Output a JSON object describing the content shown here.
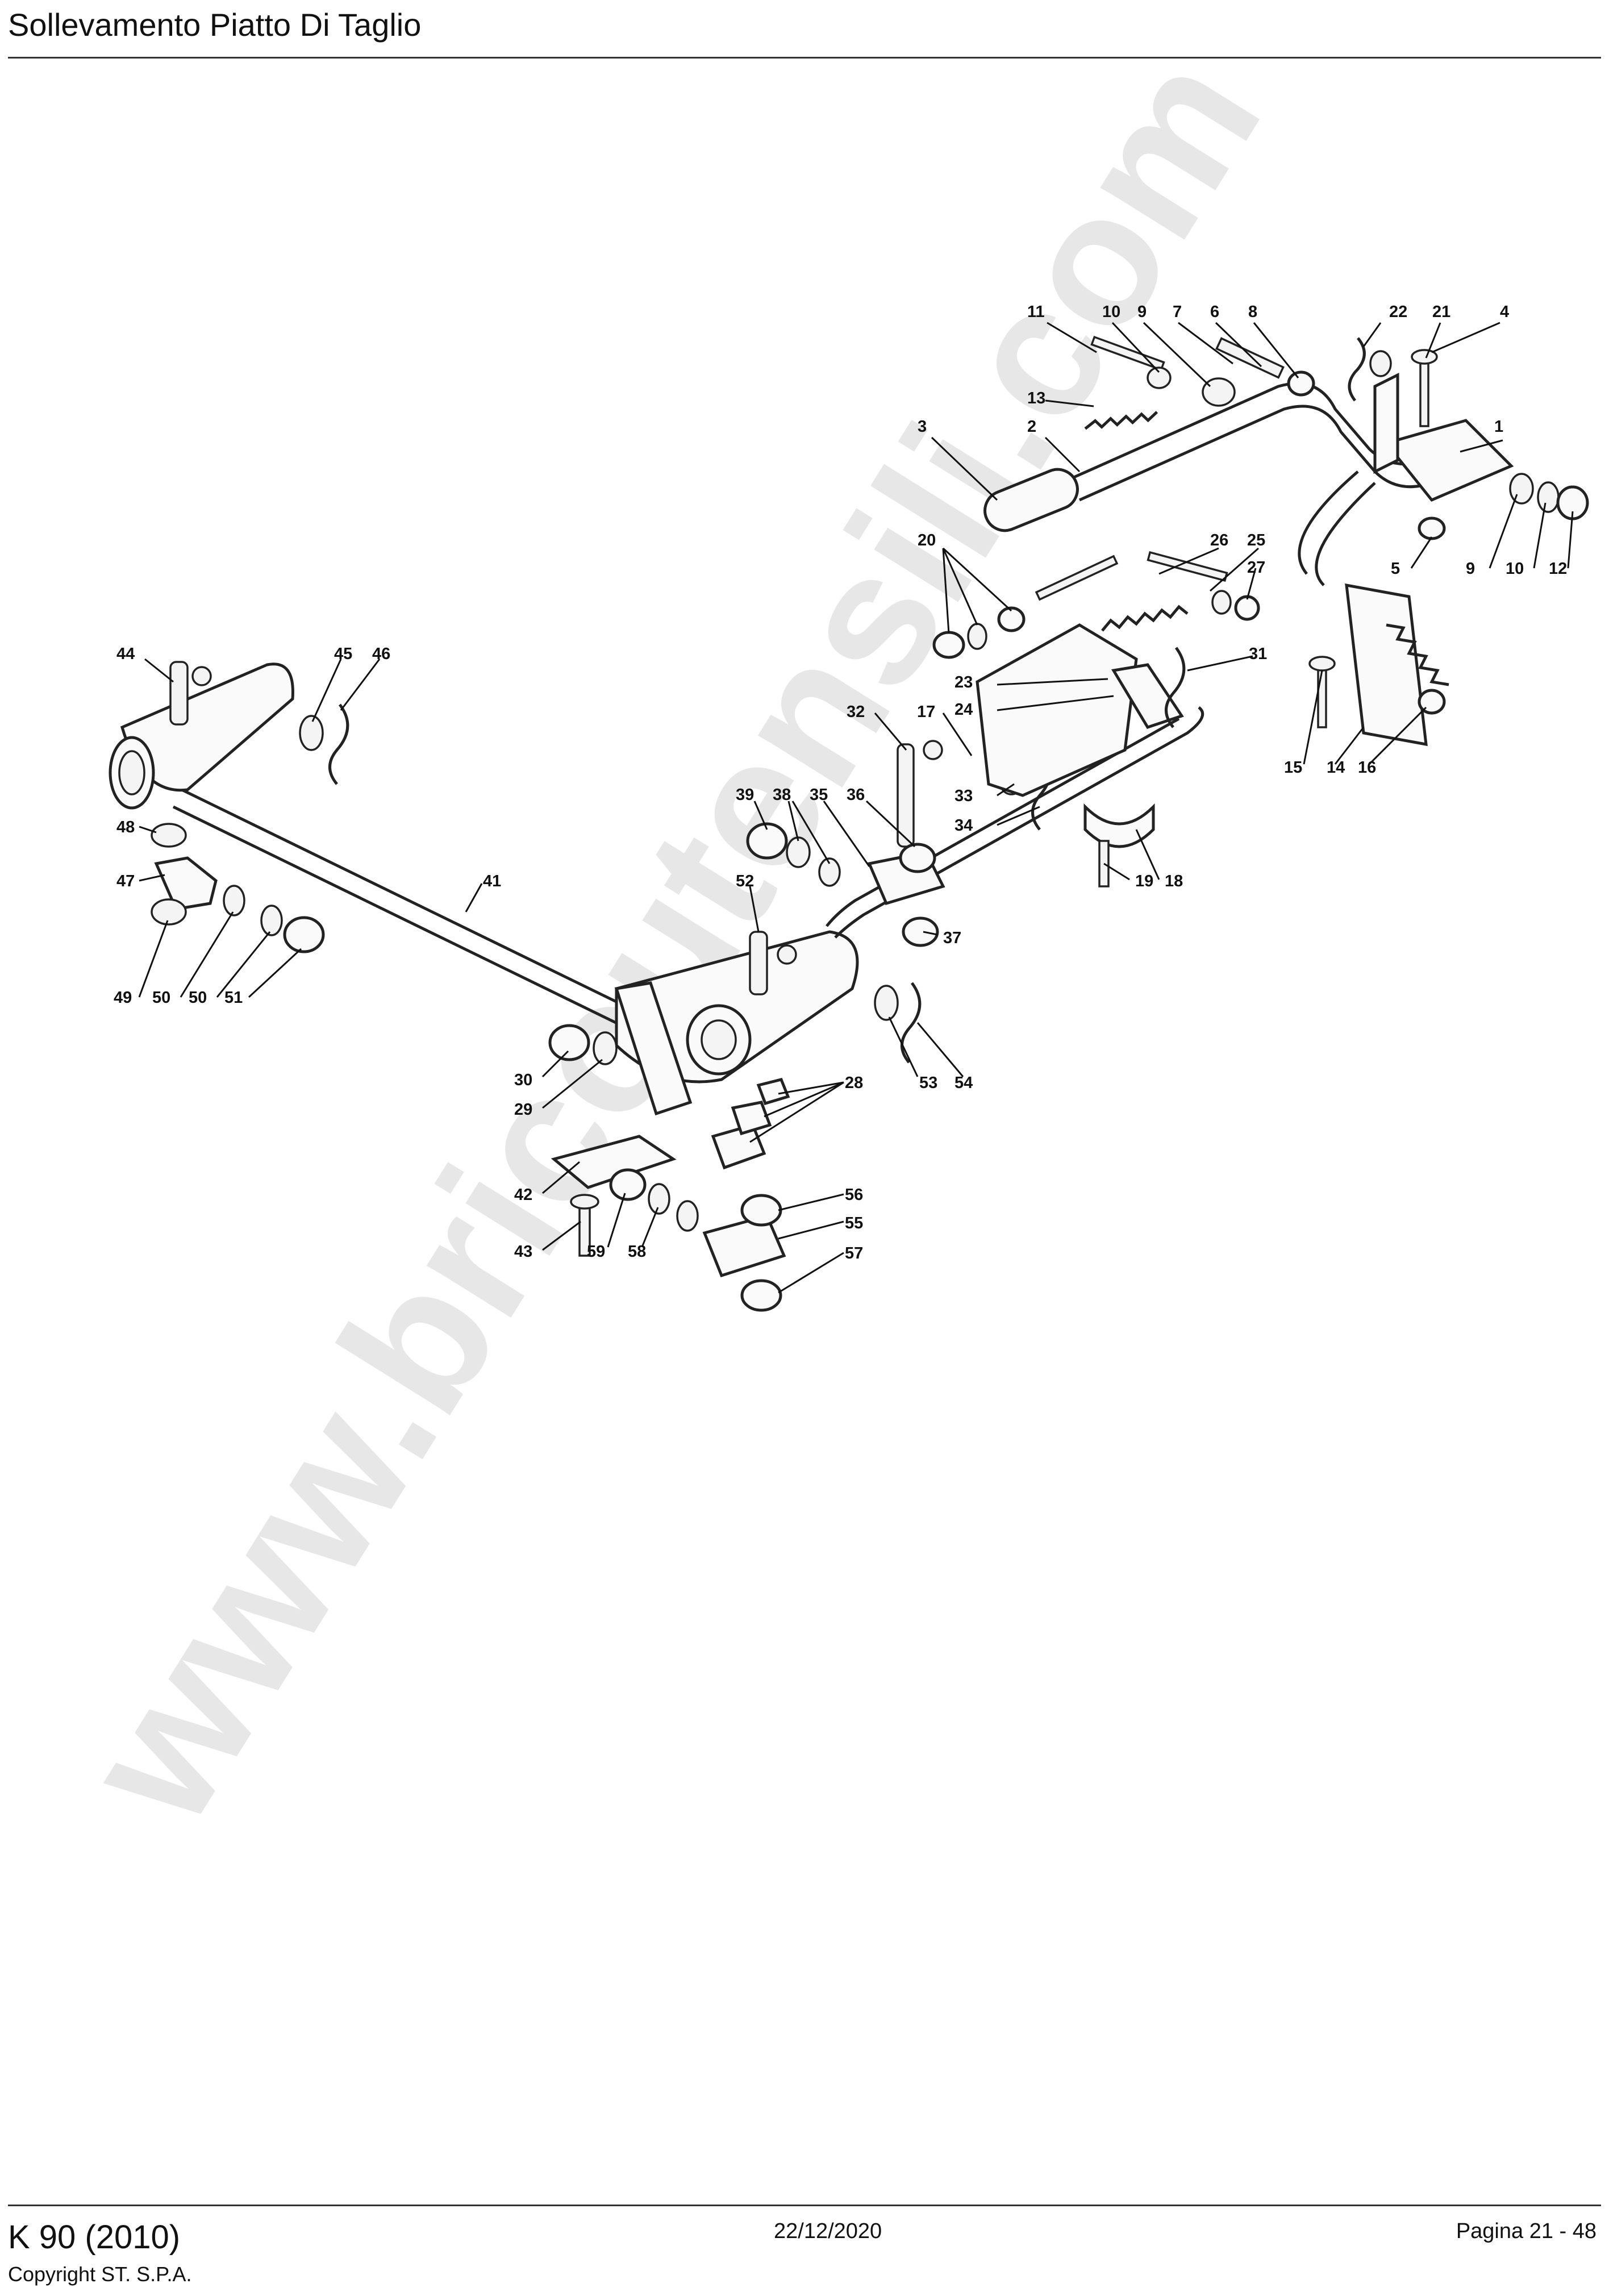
{
  "header": {
    "title": "Sollevamento Piatto Di Taglio"
  },
  "footer": {
    "model": "K 90 (2010)",
    "copyright": "Copyright ST. S.P.A.",
    "date": "22/12/2020",
    "page": "Pagina 21 - 48"
  },
  "watermark": {
    "text": "www.bricoutensili.com"
  },
  "diagram": {
    "callouts": [
      "1",
      "2",
      "3",
      "4",
      "5",
      "6",
      "7",
      "8",
      "9",
      "9",
      "10",
      "10",
      "11",
      "12",
      "13",
      "14",
      "15",
      "16",
      "17",
      "18",
      "19",
      "20",
      "21",
      "22",
      "23",
      "24",
      "25",
      "26",
      "27",
      "28",
      "29",
      "30",
      "31",
      "32",
      "33",
      "34",
      "35",
      "36",
      "37",
      "38",
      "39",
      "41",
      "42",
      "43",
      "44",
      "45",
      "46",
      "47",
      "48",
      "49",
      "50",
      "50",
      "51",
      "52",
      "53",
      "54",
      "55",
      "56",
      "57",
      "58",
      "59"
    ]
  }
}
